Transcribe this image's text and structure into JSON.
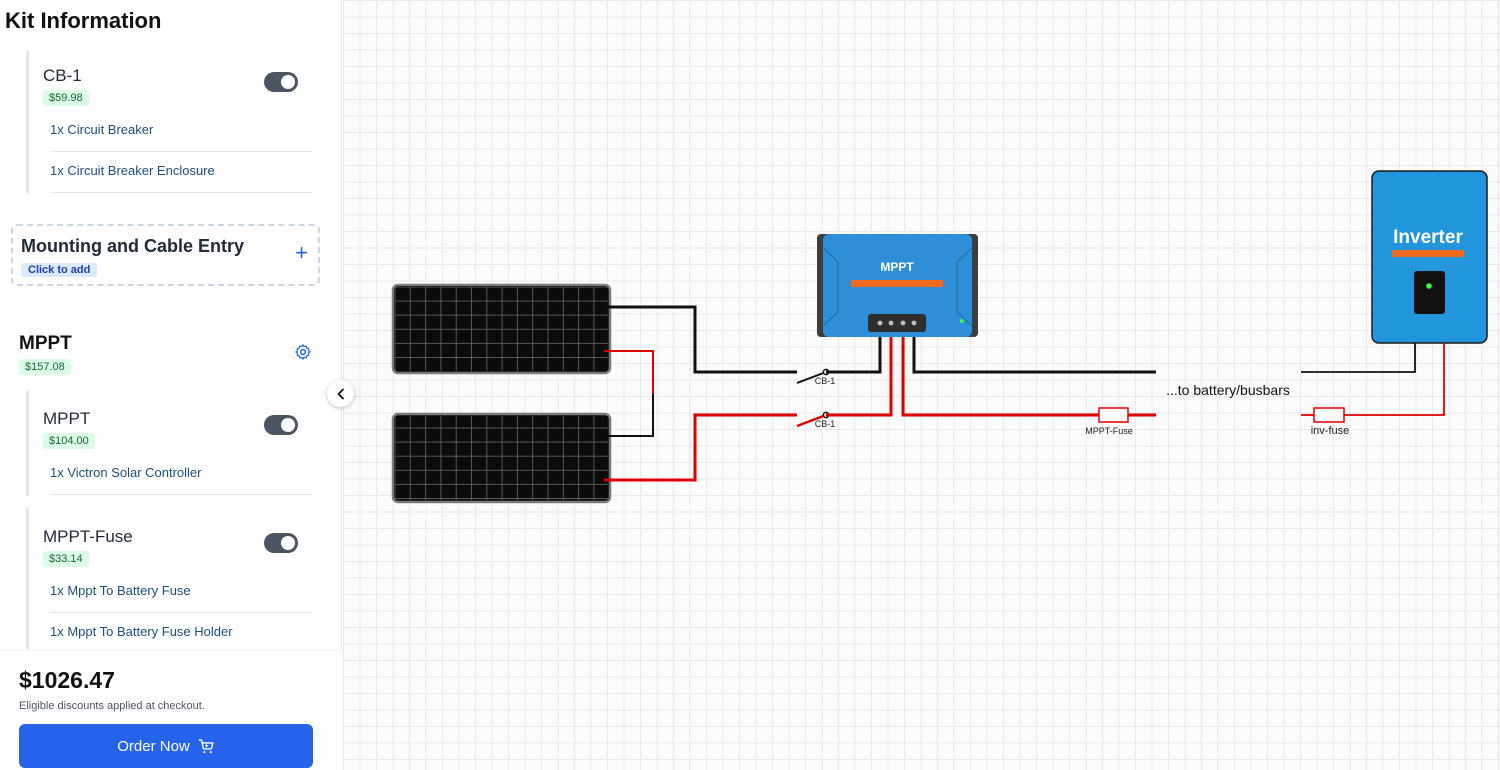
{
  "sidebar": {
    "title": "Kit Information",
    "cb_group": {
      "name": "CB-1",
      "price": "$59.98",
      "parts": [
        "1x Circuit Breaker",
        "1x Circuit Breaker Enclosure"
      ]
    },
    "mounting": {
      "title": "Mounting and Cable Entry",
      "hint": "Click to add",
      "plus": "+"
    },
    "mppt_section": {
      "title": "MPPT",
      "price": "$157.08",
      "items": [
        {
          "name": "MPPT",
          "price": "$104.00",
          "parts": [
            "1x Victron Solar Controller"
          ]
        },
        {
          "name": "MPPT-Fuse",
          "price": "$33.14",
          "parts": [
            "1x Mppt To Battery Fuse",
            "1x Mppt To Battery Fuse Holder"
          ]
        }
      ]
    },
    "footer": {
      "total": "$1026.47",
      "discount_note": "Eligible discounts applied at checkout.",
      "order_label": "Order Now"
    }
  },
  "diagram": {
    "mppt_label": "MPPT",
    "inverter_label": "Inverter",
    "breaker_top_label": "CB-1",
    "breaker_bottom_label": "CB-1",
    "mppt_fuse_label": "MPPT-Fuse",
    "inv_fuse_label": "inv-fuse",
    "battery_label": "...to battery/busbars"
  },
  "colors": {
    "accent": "#2563eb",
    "positive_wire": "#e10000",
    "negative_wire": "#111111",
    "device_blue": "#1e90d6",
    "device_stripe": "#f26b1d"
  },
  "icons": {
    "collapse": "chevron-left-icon",
    "settings": "gear-icon",
    "add": "plus-icon",
    "cart": "cart-icon"
  }
}
